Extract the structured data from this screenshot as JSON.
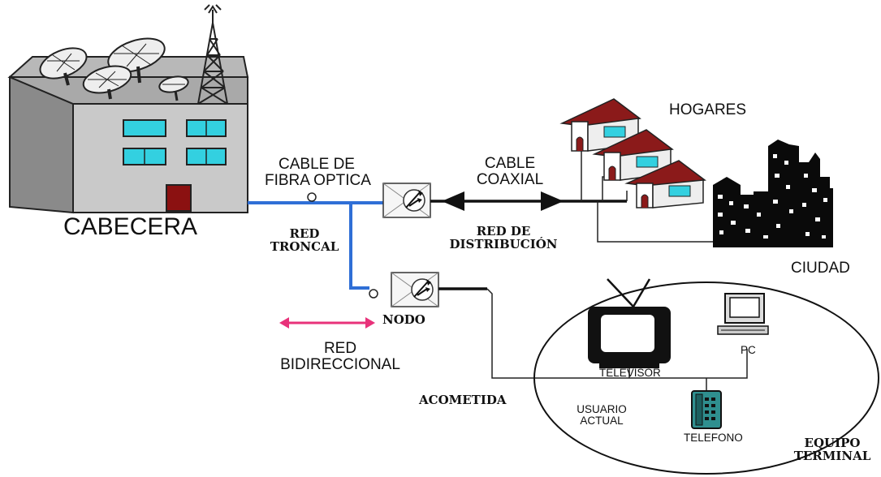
{
  "labels": {
    "cabecera": "CABECERA",
    "cable_fibra_line1": "CABLE DE",
    "cable_fibra_line2": "FIBRA OPTICA",
    "red_troncal_line1": "RED",
    "red_troncal_line2": "TRONCAL",
    "cable_coaxial_line1": "CABLE",
    "cable_coaxial_line2": "COAXIAL",
    "red_distribucion_line1": "RED DE",
    "red_distribucion_line2": "DISTRIBUCIÓN",
    "hogares": "HOGARES",
    "ciudad": "CIUDAD",
    "nodo": "NODO",
    "red_bidireccional_line1": "RED",
    "red_bidireccional_line2": "BIDIRECCIONAL",
    "acometida": "ACOMETIDA",
    "televisor": "TELEVISOR",
    "pc": "PC",
    "telefono": "TELEFONO",
    "usuario_actual_line1": "USUARIO",
    "usuario_actual_line2": "ACTUAL",
    "equipo_terminal_line1": "EQUIPO",
    "equipo_terminal_line2": "TERMINAL"
  },
  "colors": {
    "fiber": "#2f6fd6",
    "building_wall": "#c9c9c9",
    "building_side": "#8a8a8a",
    "window": "#33d0e0",
    "door": "#8b1111",
    "roof": "#8b1a1a",
    "bidirectional_arrow": "#e8327a",
    "phone": "#2f8f8f"
  }
}
